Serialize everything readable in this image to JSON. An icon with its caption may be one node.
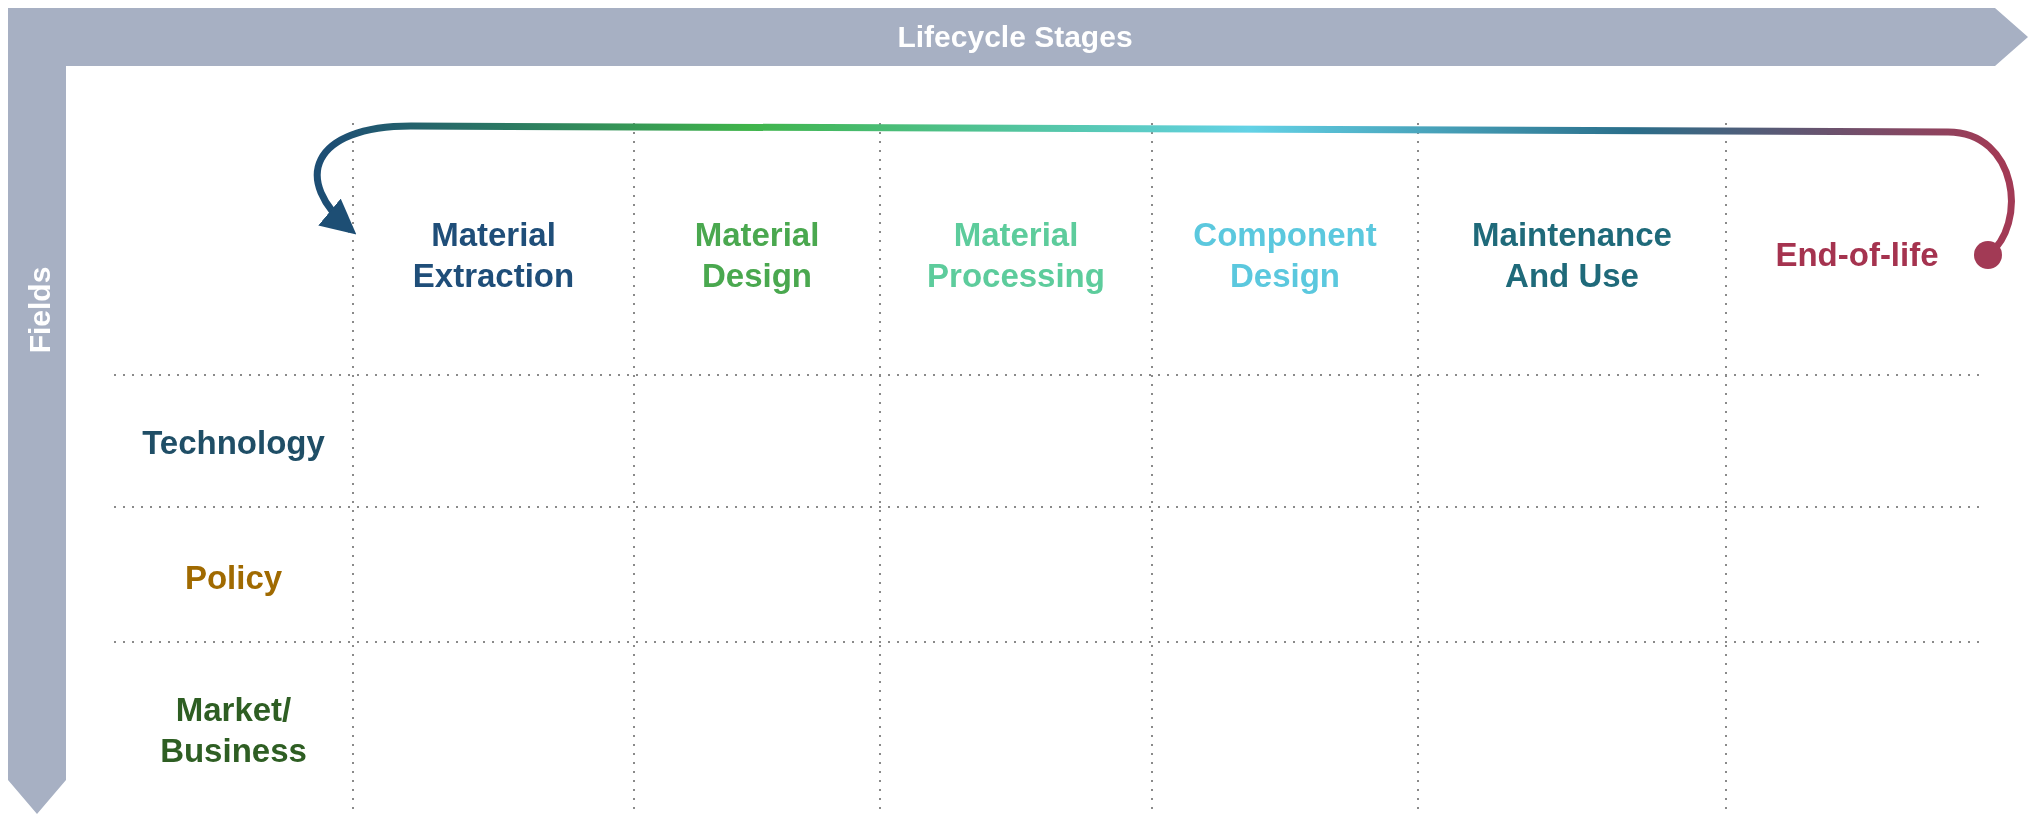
{
  "diagram": {
    "nodes": [
      {
        "text": [
          "Material Extraction"
        ]
      },
      {
        "text": [
          "Material Design"
        ]
      },
      {
        "text": [
          "Material Processing"
        ]
      },
      {
        "text": [
          "Component Design"
        ]
      },
      {
        "text": [
          "Maintenance And Use"
        ]
      },
      {
        "text": [
          "End-of-life"
        ]
      }
    ],
    "edges": [
      {
        "from": 5,
        "to": 0,
        "arrow": "to"
      }
    ],
    "labels": [
      "Lifecycle Stages",
      "Fields",
      "Technology",
      "Policy",
      "Market/ Business"
    ]
  }
}
